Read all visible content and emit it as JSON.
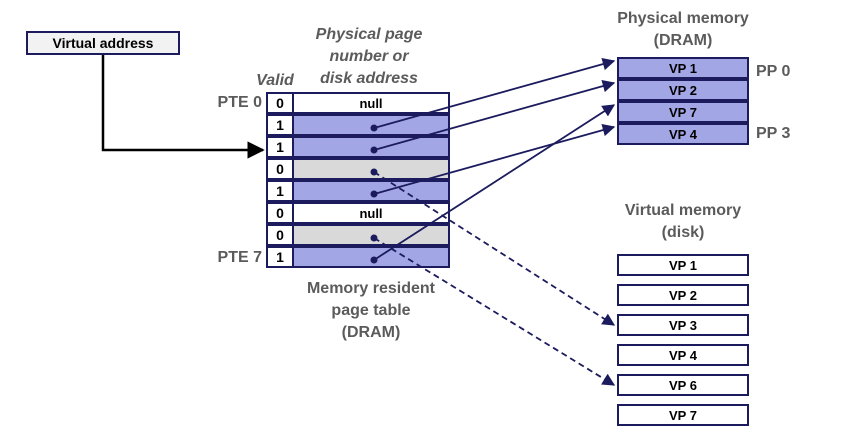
{
  "virtual_address_label": "Virtual address",
  "ppn_header": [
    "Physical page",
    "number or",
    "disk address"
  ],
  "valid_header": "Valid",
  "pte_first_label": "PTE 0",
  "pte_last_label": "PTE 7",
  "page_table": [
    {
      "valid": "1",
      "state": "resident",
      "target": "VP 1",
      "text": ""
    },
    {
      "valid": "1",
      "state": "resident",
      "target": "VP 2",
      "text": ""
    },
    {
      "valid": "0",
      "state": "disk",
      "target": "VP 3",
      "text": ""
    },
    {
      "valid": "1",
      "state": "resident",
      "target": "VP 4",
      "text": ""
    },
    {
      "valid": "0",
      "state": "null",
      "target": "",
      "text": "null"
    },
    {
      "valid": "0",
      "state": "disk",
      "target": "VP 6",
      "text": ""
    },
    {
      "valid": "1",
      "state": "resident",
      "target": "VP 7",
      "text": ""
    }
  ],
  "page_table_first": {
    "valid": "0",
    "state": "null",
    "text": "null"
  },
  "page_table_caption": [
    "Memory resident",
    "page table",
    "(DRAM)"
  ],
  "physical_memory_title": [
    "Physical memory",
    "(DRAM)"
  ],
  "physical_memory": [
    "VP 1",
    "VP 2",
    "VP 7",
    "VP 4"
  ],
  "pp_first_label": "PP 0",
  "pp_last_label": "PP 3",
  "virtual_memory_title": [
    "Virtual memory",
    "(disk)"
  ],
  "virtual_memory": [
    "VP 1",
    "VP 2",
    "VP 3",
    "VP 4",
    "VP 6",
    "VP 7"
  ],
  "colors": {
    "resident": "#a3a6e4",
    "disk": "#d9d9d9",
    "null": "#ffffff",
    "border": "#1b1b5e",
    "label": "#5b5b5b"
  }
}
